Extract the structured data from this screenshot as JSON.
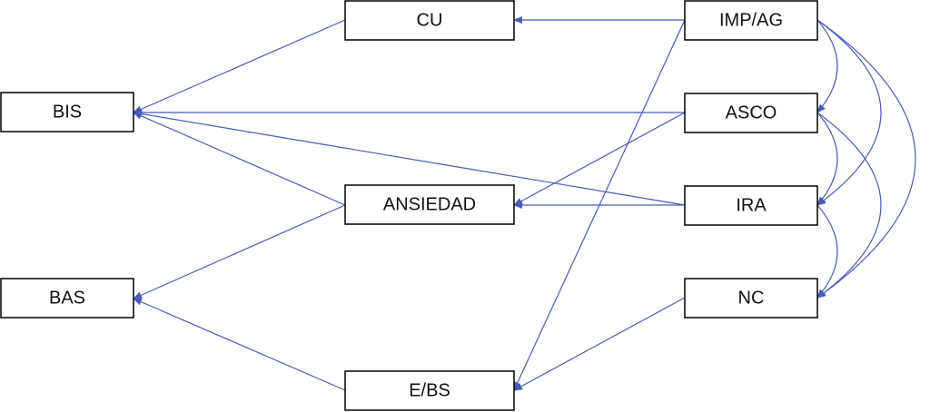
{
  "edge_color": "#4a5bb5",
  "node_border_color": "#000000",
  "background": "#ffffff",
  "nodes": {
    "bis": "BIS",
    "bas": "BAS",
    "cu": "CU",
    "ansiedad": "ANSIEDAD",
    "ebs": "E/BS",
    "impag": "IMP/AG",
    "asco": "ASCO",
    "ira": "IRA",
    "nc": "NC"
  },
  "edges": [
    {
      "from": "CU",
      "to": "BIS"
    },
    {
      "from": "ASCO",
      "to": "BIS"
    },
    {
      "from": "ANSIEDAD",
      "to": "BIS"
    },
    {
      "from": "IRA",
      "to": "BIS"
    },
    {
      "from": "ANSIEDAD",
      "to": "BAS"
    },
    {
      "from": "E/BS",
      "to": "BAS"
    },
    {
      "from": "IMP/AG",
      "to": "CU"
    },
    {
      "from": "ASCO",
      "to": "ANSIEDAD"
    },
    {
      "from": "IRA",
      "to": "ANSIEDAD"
    },
    {
      "from": "IMP/AG",
      "to": "E/BS"
    },
    {
      "from": "NC",
      "to": "E/BS"
    }
  ],
  "correlations": [
    {
      "between": [
        "IMP/AG",
        "ASCO"
      ]
    },
    {
      "between": [
        "IMP/AG",
        "IRA"
      ]
    },
    {
      "between": [
        "IMP/AG",
        "NC"
      ]
    },
    {
      "between": [
        "ASCO",
        "IRA"
      ]
    },
    {
      "between": [
        "ASCO",
        "NC"
      ]
    },
    {
      "between": [
        "IRA",
        "NC"
      ]
    }
  ]
}
